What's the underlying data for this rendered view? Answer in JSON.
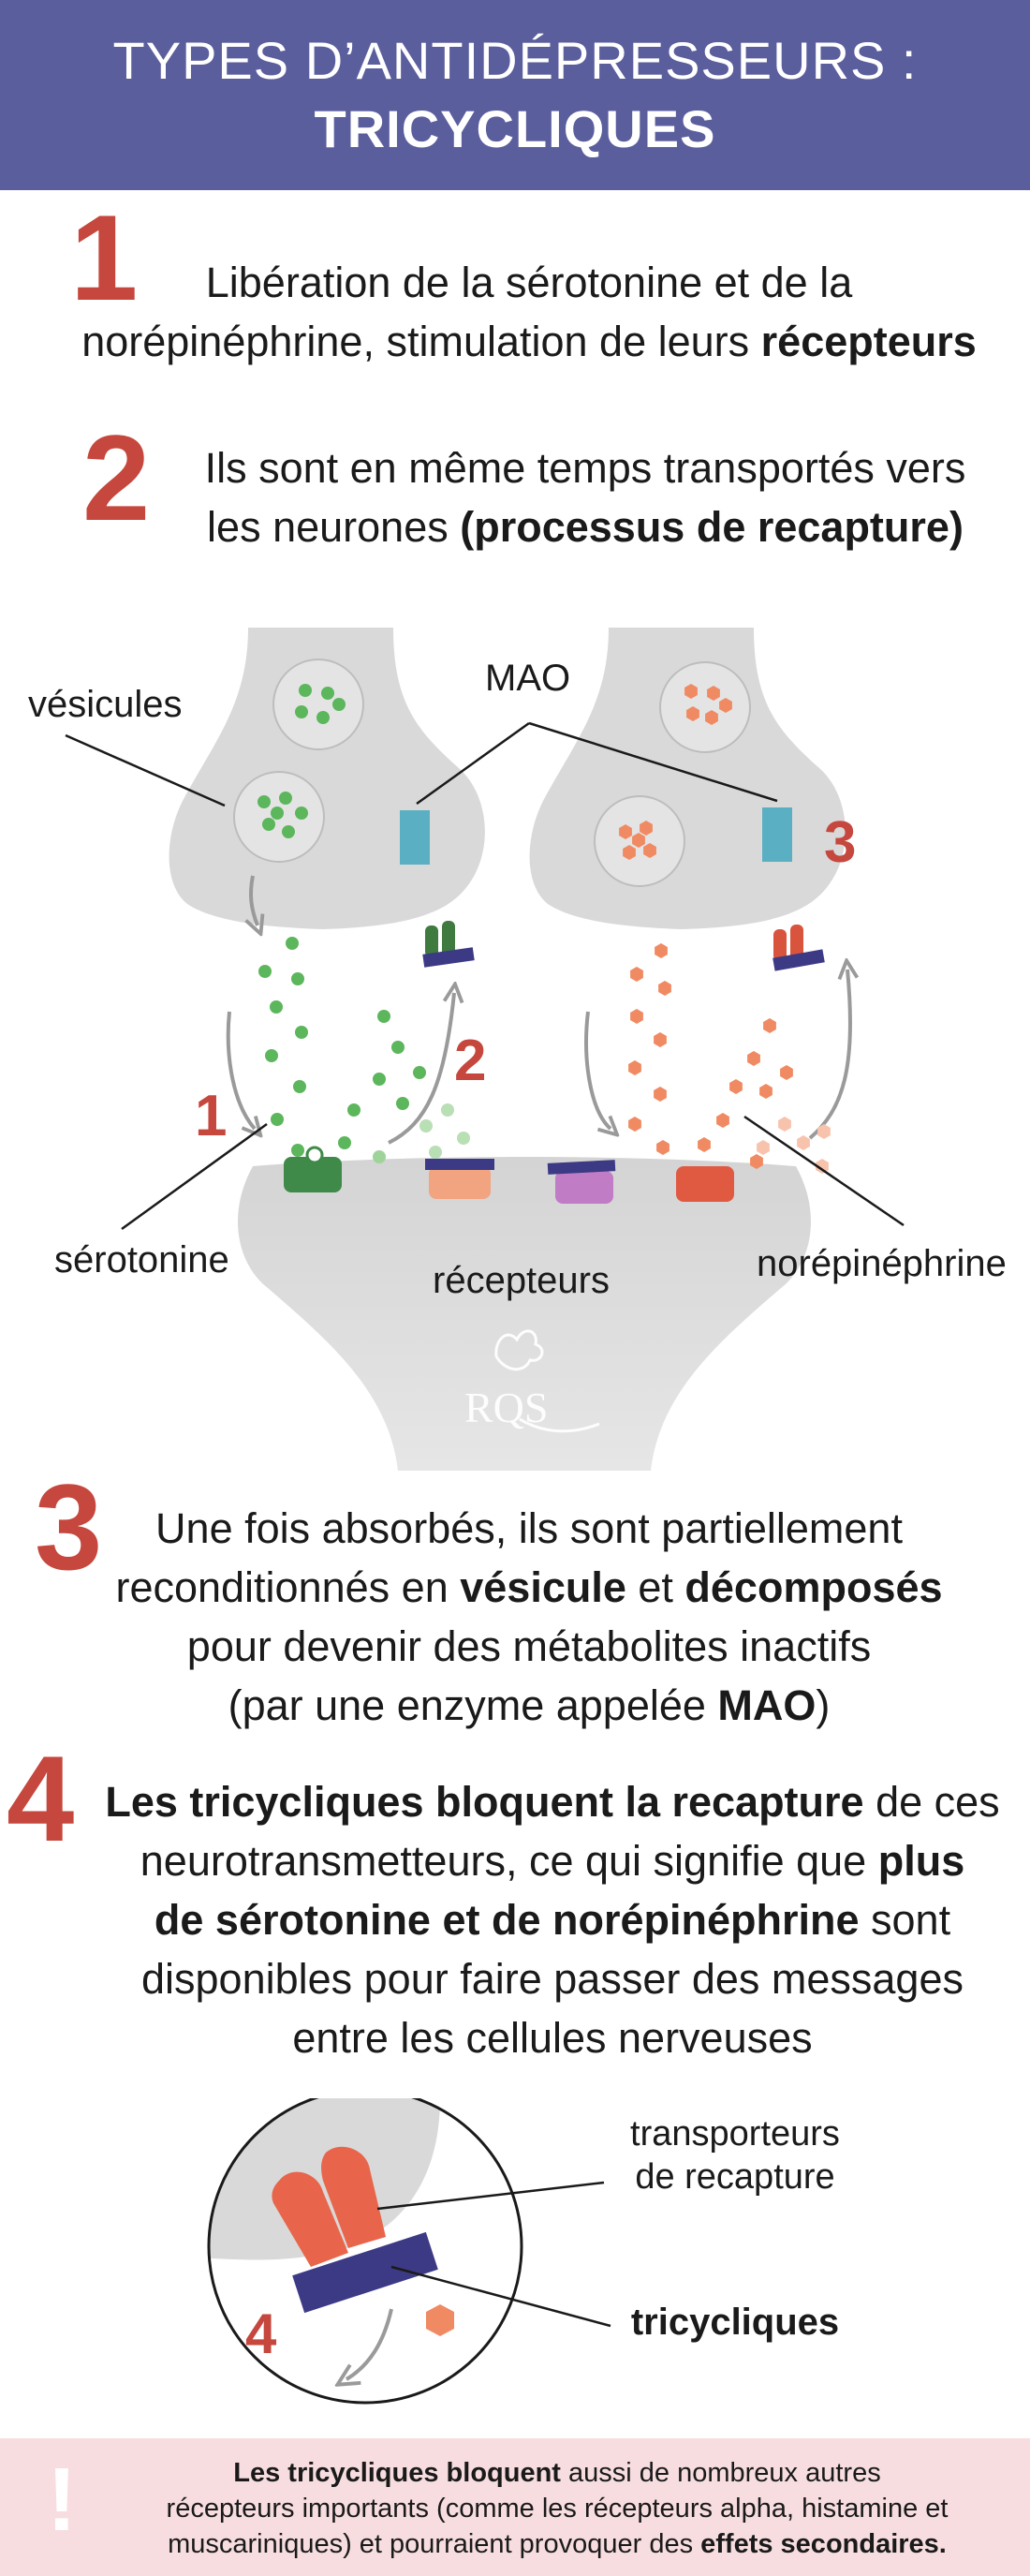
{
  "header": {
    "line1": "TYPES D’ANTIDÉPRESSEURS :",
    "line2": "TRICYCLIQUES"
  },
  "steps": [
    {
      "number": "1",
      "parts": [
        {
          "t": "Libération de la sérotonine et de la\nnorépinéphrine, stimulation de leurs ",
          "b": false
        },
        {
          "t": "récepteurs",
          "b": true
        }
      ]
    },
    {
      "number": "2",
      "parts": [
        {
          "t": "Ils sont en même temps transportés vers\nles neurones ",
          "b": false
        },
        {
          "t": "(processus de recapture)",
          "b": true
        }
      ]
    },
    {
      "number": "3",
      "parts": [
        {
          "t": "Une fois absorbés, ils sont partiellement\nreconditionnés en ",
          "b": false
        },
        {
          "t": "vésicule",
          "b": true
        },
        {
          "t": " et ",
          "b": false
        },
        {
          "t": "décomposés",
          "b": true
        },
        {
          "t": "\npour devenir des métabolites inactifs\n(par une enzyme appelée ",
          "b": false
        },
        {
          "t": "MAO",
          "b": true
        },
        {
          "t": ")",
          "b": false
        }
      ]
    },
    {
      "number": "4",
      "parts": [
        {
          "t": "Les tricycliques bloquent la recapture",
          "b": true
        },
        {
          "t": " de ces\nneurotransmetteurs, ce qui signifie que ",
          "b": false
        },
        {
          "t": "plus\nde sérotonine et de norépinéphrine",
          "b": true
        },
        {
          "t": " sont\ndisponibles pour faire passer des messages\nentre les cellules nerveuses",
          "b": false
        }
      ]
    }
  ],
  "diagram": {
    "labels": {
      "vesicules": "vésicules",
      "mao": "MAO",
      "serotonine": "sérotonine",
      "recepteurs": "récepteurs",
      "norepinephrine": "norépinéphrine",
      "marker1": "1",
      "marker2": "2",
      "marker3": "3",
      "logo": "RQS"
    },
    "colors": {
      "serotonin": "#5cb65c",
      "norepinephrine": "#f08a63",
      "mao": "#5aafc2",
      "blocker": "#3c3a85",
      "accent": "#c5473d",
      "neuron": "#d9d9d9"
    }
  },
  "zoom": {
    "transporteurs": "transporteurs\nde recapture",
    "tricycliques": "tricycliques",
    "marker4": "4"
  },
  "bottom": {
    "icon": "exclamation-icon",
    "bang": "!",
    "parts": [
      {
        "t": "Les tricycliques bloquent",
        "b": true
      },
      {
        "t": " aussi de nombreux autres\nrécepteurs importants (comme les récepteurs alpha, histamine et\nmuscariniques) et pourraient provoquer des ",
        "b": false
      },
      {
        "t": "effets secondaires.",
        "b": true
      }
    ]
  }
}
